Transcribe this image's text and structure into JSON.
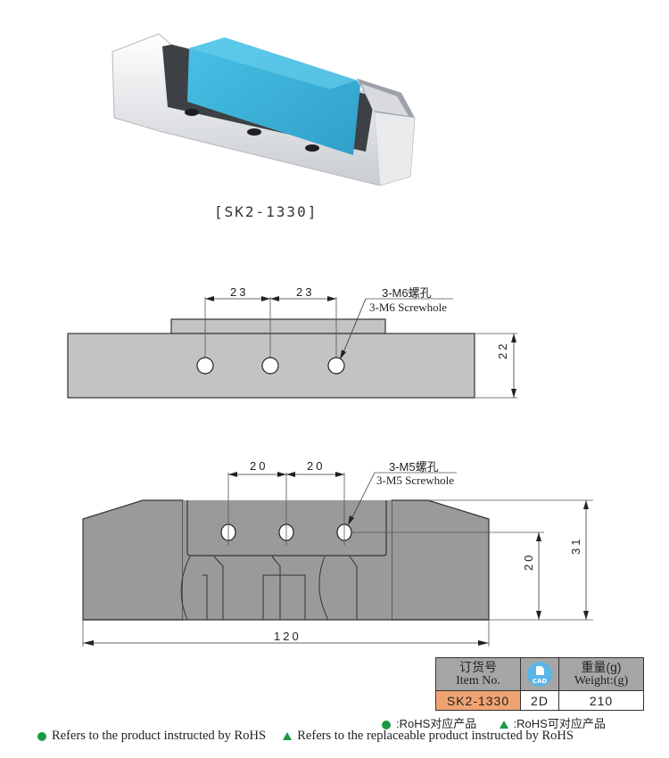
{
  "product": {
    "caption": "[SK2-1330]",
    "photo_colors": {
      "chrome": "#e6e8ea",
      "blue": "#3fb7dc"
    }
  },
  "top_view": {
    "dim_spacing_1": "23",
    "dim_spacing_2": "23",
    "dim_height": "22",
    "callout_cn": "3-M6螺孔",
    "callout_en": "3-M6 Screwhole"
  },
  "front_view": {
    "dim_spacing_1": "20",
    "dim_spacing_2": "20",
    "dim_hole_height": "20",
    "dim_total_height": "31",
    "dim_total_length": "120",
    "callout_cn": "3-M5螺孔",
    "callout_en": "3-M5 Screwhole"
  },
  "spec_table": {
    "headers": {
      "item_cn": "订货号",
      "item_en": "Item No.",
      "cad_label": "CAD",
      "weight_cn": "重量(g)",
      "weight_en": "Weight:(g)"
    },
    "row": {
      "item_no": "SK2-1330",
      "cad": "2D",
      "weight": "210"
    }
  },
  "legend": {
    "cn_circle": ":RoHS对应产品",
    "cn_triangle": ":RoHS可对应产品",
    "en_circle": "Refers to the product instructed by RoHS",
    "en_triangle": "Refers to the replaceable product instructed by RoHS"
  }
}
